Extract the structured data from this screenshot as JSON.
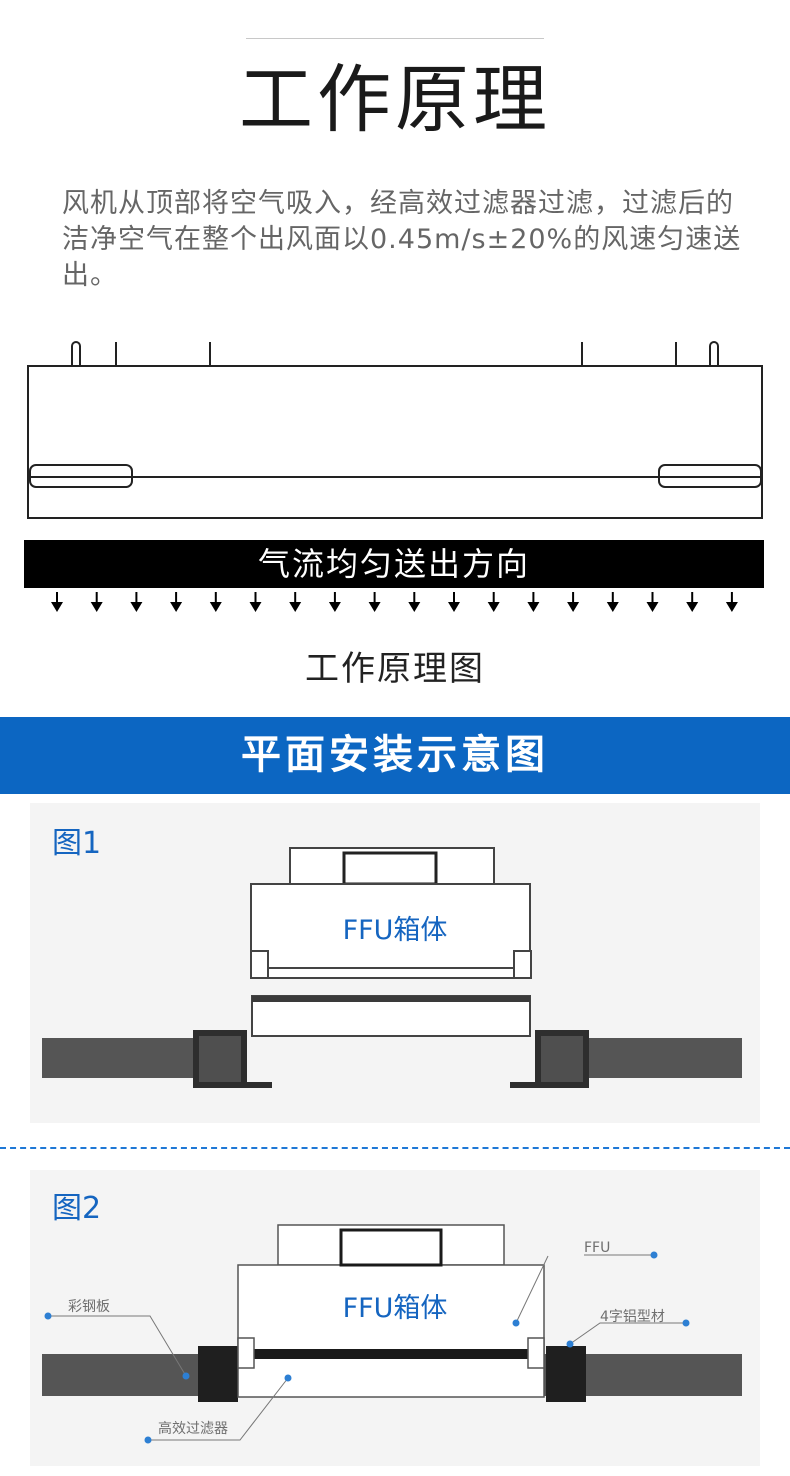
{
  "title": "工作原理",
  "description": "风机从顶部将空气吸入，经高效过滤器过滤，过滤后的洁净空气在整个出风面以0.45m/s±20%的风速匀速送出。",
  "diagram1": {
    "airflow_label": "气流均匀送出方向",
    "caption": "工作原理图"
  },
  "section": {
    "title": "平面安装示意图"
  },
  "figure1": {
    "label": "图1",
    "box_label": "FFU箱体"
  },
  "figure2": {
    "label": "图2",
    "box_label": "FFU箱体",
    "callouts": {
      "ffu": "FFU",
      "aluminum": "4字铝型材",
      "steel_panel": "彩钢板",
      "hepa_filter": "高效过滤器"
    }
  },
  "colors": {
    "banner": "#0c66c2",
    "label_blue": "#1565c0",
    "callout_dot": "#2d7fd3",
    "dark_gray": "#4a4a4a"
  }
}
